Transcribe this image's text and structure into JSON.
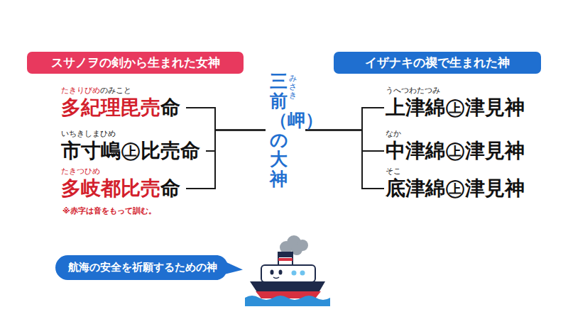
{
  "diagram": {
    "nodes": [
      {
        "text": [
          "スサノヲの剣から生まれた女神"
        ]
      },
      {
        "text": [
          "たきりびめのみこと",
          "多紀理毘売命"
        ]
      },
      {
        "text": [
          "いちきしまひめ",
          "市寸嶋㊤比売命"
        ]
      },
      {
        "text": [
          "たきつひめ",
          "多岐都比売命"
        ]
      },
      {
        "text": [
          "三前（岬）の大神",
          "みさき"
        ]
      },
      {
        "text": [
          "イザナキの禊で生まれた神"
        ]
      },
      {
        "text": [
          "うへつわたつみ",
          "上津綿㊤津見神"
        ]
      },
      {
        "text": [
          "なか",
          "中津綿㊤津見神"
        ]
      },
      {
        "text": [
          "そこ",
          "底津綿㊤津見神"
        ]
      },
      {
        "text": [
          "航海の安全を祈願するための神"
        ]
      }
    ],
    "edges": [
      {
        "from": 1,
        "to": 4,
        "arrow": "none"
      },
      {
        "from": 2,
        "to": 4,
        "arrow": "none"
      },
      {
        "from": 3,
        "to": 4,
        "arrow": "none"
      },
      {
        "from": 4,
        "to": 6,
        "arrow": "none"
      },
      {
        "from": 4,
        "to": 7,
        "arrow": "none"
      },
      {
        "from": 4,
        "to": 8,
        "arrow": "none"
      }
    ],
    "labels": [
      "※赤字は音をもって訓む。"
    ]
  }
}
